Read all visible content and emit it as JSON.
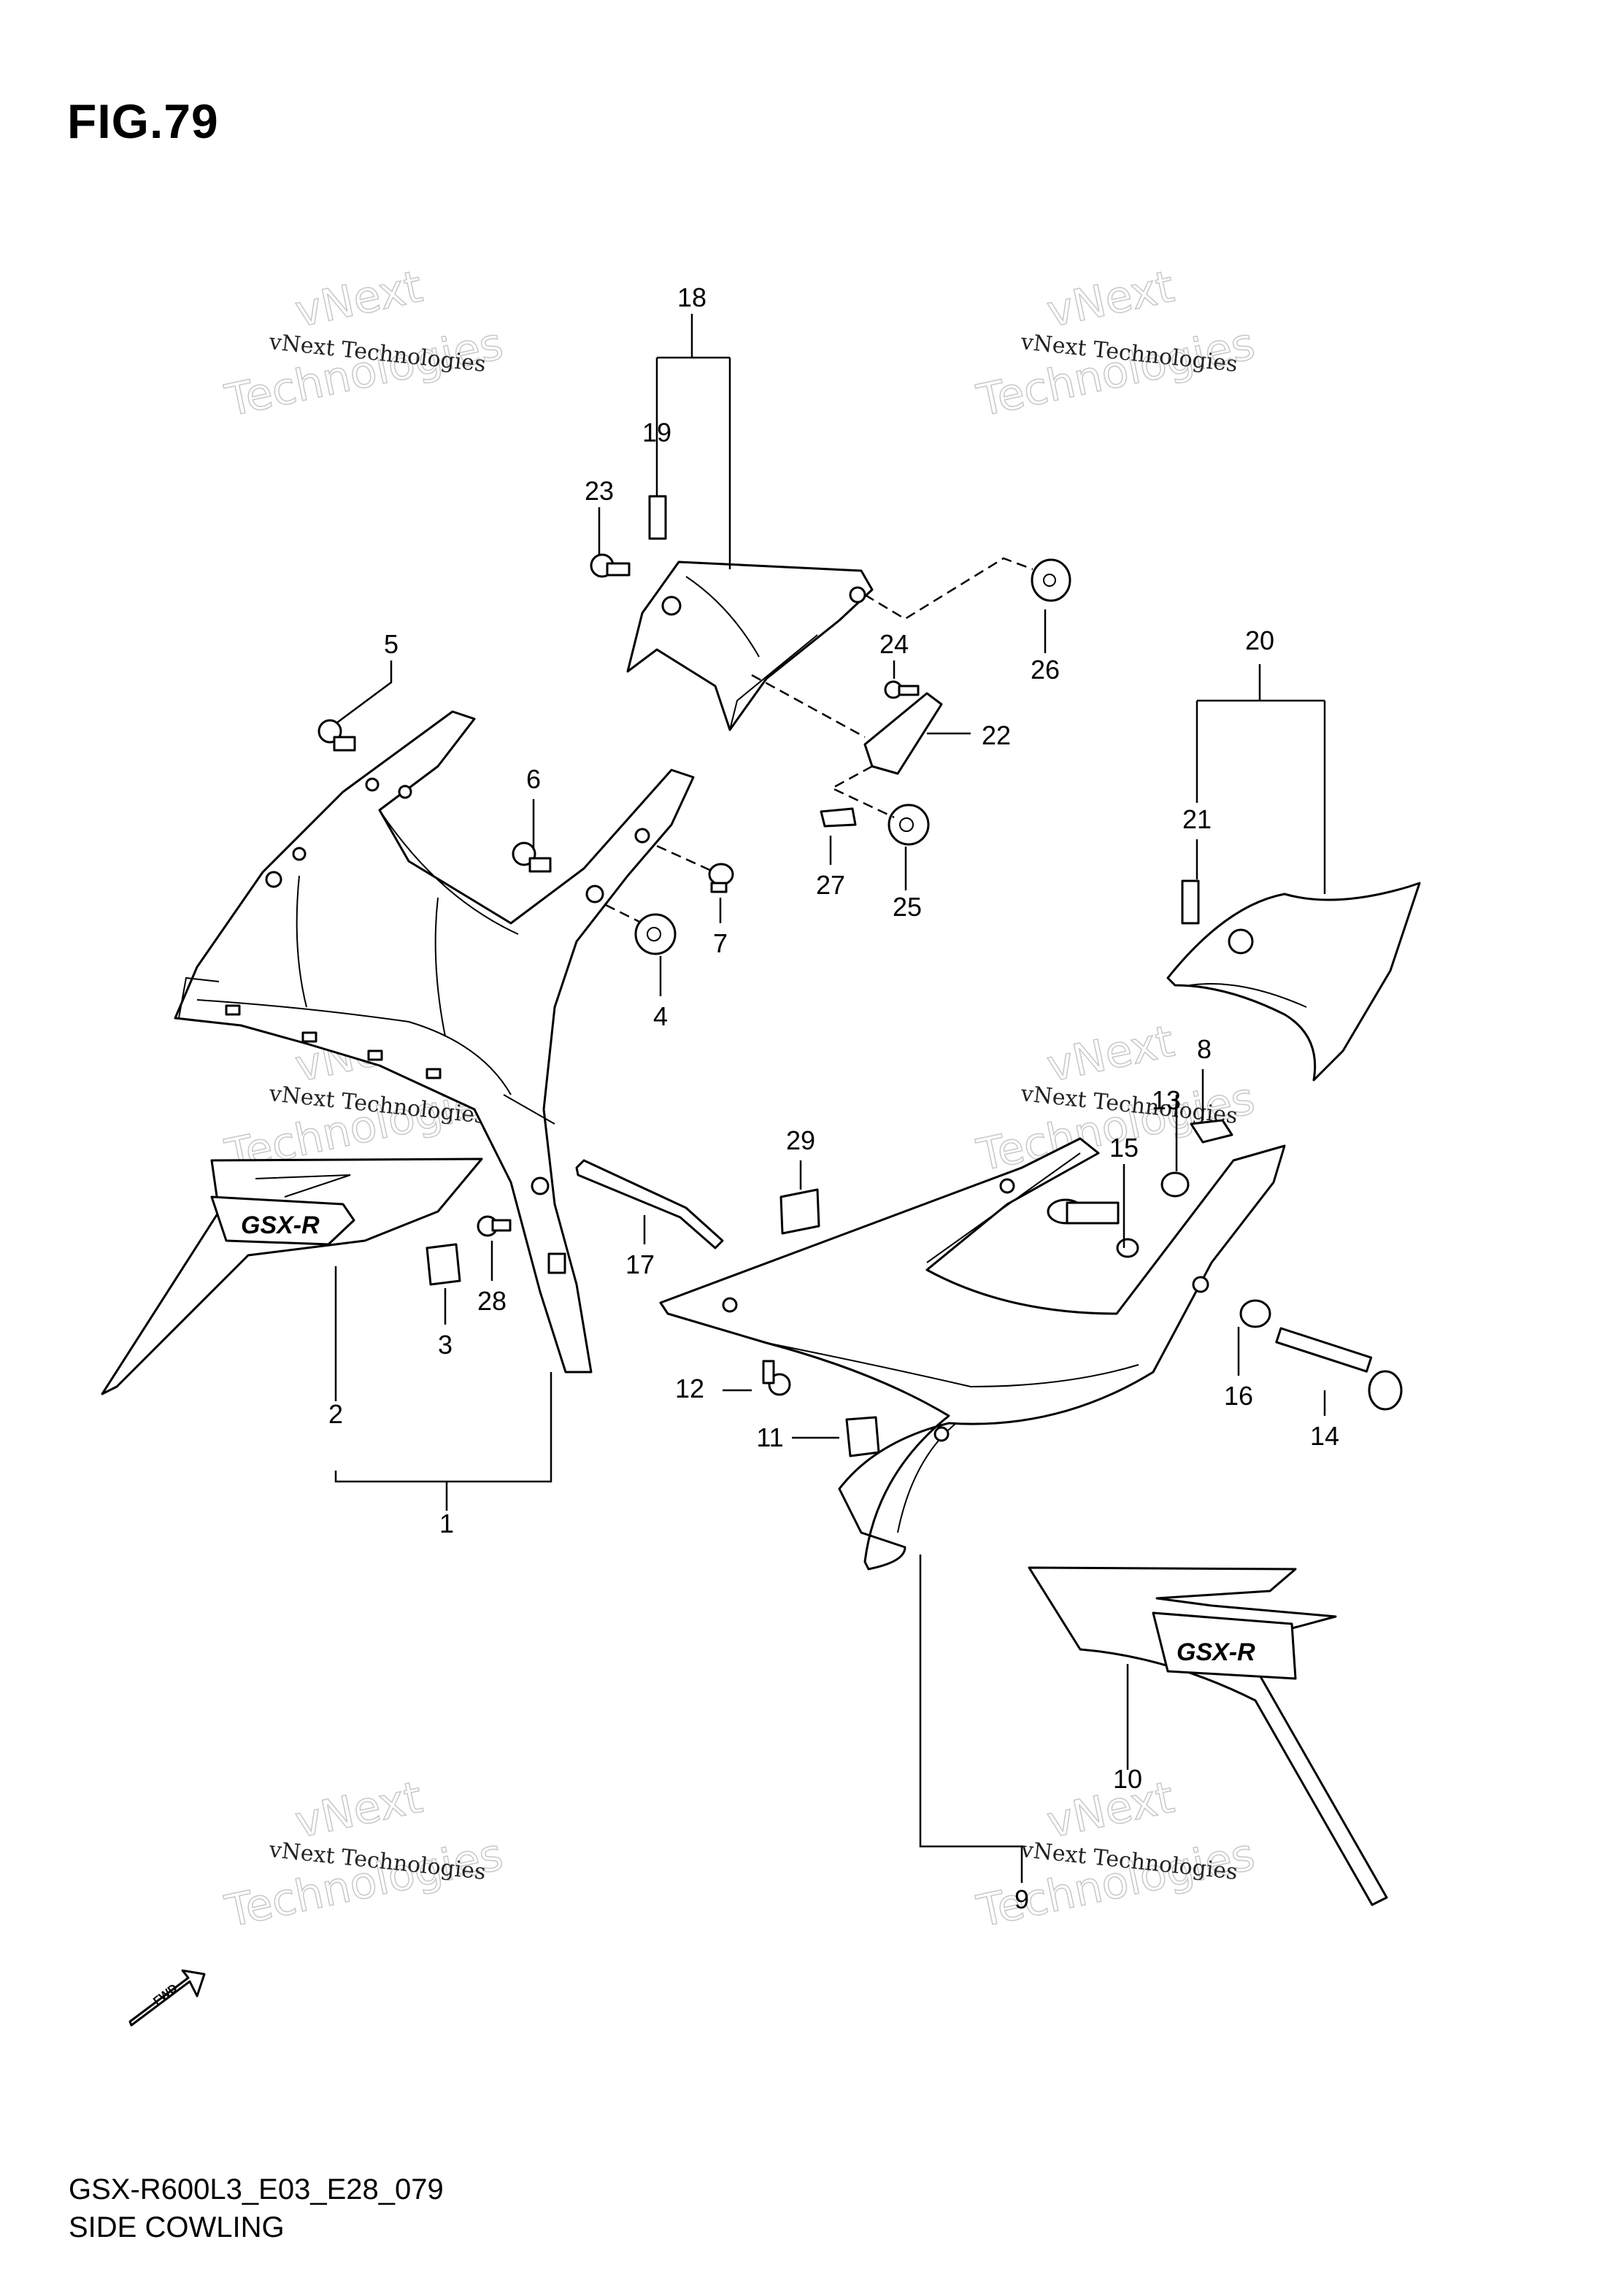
{
  "figure": {
    "title": "FIG.79",
    "code": "GSX-R600L3_E03_E28_079",
    "caption": "SIDE COWLING"
  },
  "watermark": {
    "line1": "vNext Technologies",
    "line2": "vNext",
    "line3": "Technologies"
  },
  "decal": {
    "logo_text": "GSX-R",
    "fwd_text": "FWD"
  },
  "callouts": [
    "1",
    "2",
    "3",
    "4",
    "5",
    "6",
    "7",
    "8",
    "9",
    "10",
    "11",
    "12",
    "13",
    "14",
    "15",
    "16",
    "17",
    "18",
    "19",
    "20",
    "21",
    "22",
    "23",
    "24",
    "25",
    "26",
    "27",
    "28",
    "29"
  ]
}
